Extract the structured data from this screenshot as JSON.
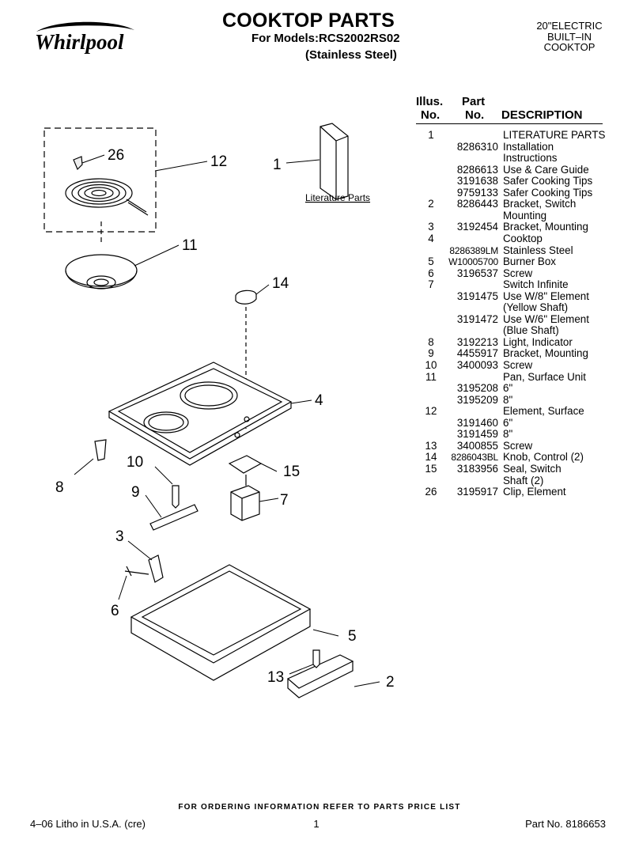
{
  "header": {
    "brand": "Whirlpool",
    "title": "COOKTOP PARTS",
    "models": "For Models:RCS2002RS02",
    "finish": "(Stainless Steel)",
    "corner_lines": [
      "20\"ELECTRIC",
      "BUILT–IN",
      "COOKTOP"
    ]
  },
  "diagram": {
    "literature_label": "Literature Parts",
    "callouts": [
      "26",
      "12",
      "1",
      "11",
      "14",
      "4",
      "10",
      "15",
      "8",
      "9",
      "7",
      "3",
      "6",
      "5",
      "13",
      "2"
    ]
  },
  "parts_table": {
    "col_illus": [
      "Illus.",
      "No."
    ],
    "col_part": [
      "Part",
      "No."
    ],
    "col_desc": "DESCRIPTION",
    "rows": [
      {
        "illus": "1",
        "part": "",
        "desc": "LITERATURE PARTS"
      },
      {
        "illus": "",
        "part": "8286310",
        "desc": "Installation"
      },
      {
        "illus": "",
        "part": "",
        "desc": "Instructions"
      },
      {
        "illus": "",
        "part": "8286613",
        "desc": "Use & Care Guide"
      },
      {
        "illus": "",
        "part": "3191638",
        "desc": "Safer Cooking Tips"
      },
      {
        "illus": "",
        "part": "9759133",
        "desc": "Safer Cooking Tips"
      },
      {
        "illus": "2",
        "part": "8286443",
        "desc": "Bracket, Switch"
      },
      {
        "illus": "",
        "part": "",
        "desc": "Mounting"
      },
      {
        "illus": "3",
        "part": "3192454",
        "desc": "Bracket, Mounting"
      },
      {
        "illus": "4",
        "part": "",
        "desc": "Cooktop"
      },
      {
        "illus": "",
        "part": "8286389LM",
        "desc": "Stainless Steel"
      },
      {
        "illus": "5",
        "part": "W10005700",
        "desc": "Burner Box"
      },
      {
        "illus": "6",
        "part": "3196537",
        "desc": "Screw"
      },
      {
        "illus": "7",
        "part": "",
        "desc": "Switch Infinite"
      },
      {
        "illus": "",
        "part": "3191475",
        "desc": "Use W/8\" Element"
      },
      {
        "illus": "",
        "part": "",
        "desc": "(Yellow Shaft)"
      },
      {
        "illus": "",
        "part": "3191472",
        "desc": "Use W/6\" Element"
      },
      {
        "illus": "",
        "part": "",
        "desc": "(Blue Shaft)"
      },
      {
        "illus": "8",
        "part": "3192213",
        "desc": "Light, Indicator"
      },
      {
        "illus": "9",
        "part": "4455917",
        "desc": "Bracket, Mounting"
      },
      {
        "illus": "10",
        "part": "3400093",
        "desc": "Screw"
      },
      {
        "illus": "11",
        "part": "",
        "desc": "Pan, Surface Unit"
      },
      {
        "illus": "",
        "part": "3195208",
        "desc": "6\""
      },
      {
        "illus": "",
        "part": "3195209",
        "desc": "8\""
      },
      {
        "illus": "12",
        "part": "",
        "desc": "Element, Surface"
      },
      {
        "illus": "",
        "part": "3191460",
        "desc": "6\""
      },
      {
        "illus": "",
        "part": "3191459",
        "desc": "8\""
      },
      {
        "illus": "13",
        "part": "3400855",
        "desc": "Screw"
      },
      {
        "illus": "14",
        "part": "8286043BL",
        "desc": "Knob, Control (2)"
      },
      {
        "illus": "15",
        "part": "3183956",
        "desc": "Seal, Switch"
      },
      {
        "illus": "",
        "part": "",
        "desc": "Shaft (2)"
      },
      {
        "illus": "26",
        "part": "3195917",
        "desc": "Clip, Element"
      }
    ]
  },
  "footer": {
    "ordering_note": "FOR ORDERING INFORMATION REFER TO PARTS PRICE LIST",
    "litho": "4–06 Litho in U.S.A. (cre)",
    "page_number": "1",
    "part_number": "Part No. 8186653"
  }
}
